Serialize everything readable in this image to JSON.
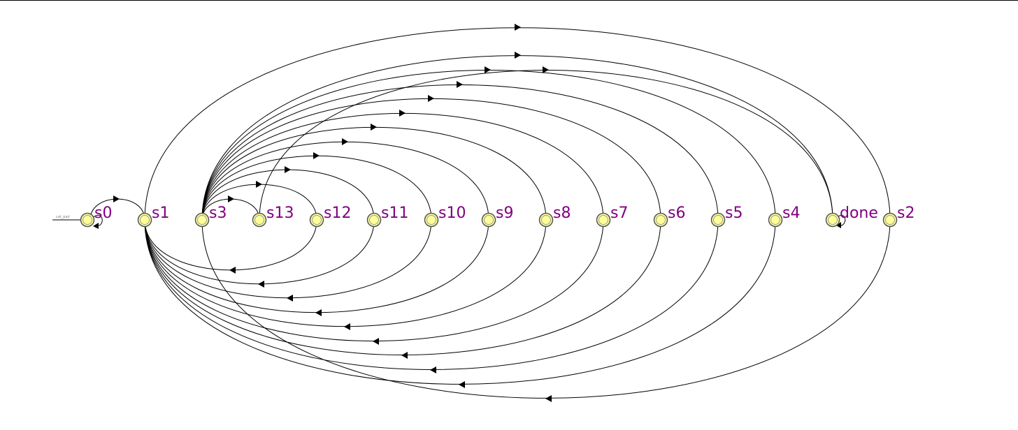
{
  "diagram": {
    "type": "state-machine",
    "initial_state": "s0",
    "start_label": "cat_pair",
    "states": [
      {
        "id": "s0",
        "label": "s0"
      },
      {
        "id": "s1",
        "label": "s1"
      },
      {
        "id": "s3",
        "label": "s3"
      },
      {
        "id": "s13",
        "label": "s13"
      },
      {
        "id": "s12",
        "label": "s12"
      },
      {
        "id": "s11",
        "label": "s11"
      },
      {
        "id": "s10",
        "label": "s10"
      },
      {
        "id": "s9",
        "label": "s9"
      },
      {
        "id": "s8",
        "label": "s8"
      },
      {
        "id": "s7",
        "label": "s7"
      },
      {
        "id": "s6",
        "label": "s6"
      },
      {
        "id": "s5",
        "label": "s5"
      },
      {
        "id": "s4",
        "label": "s4"
      },
      {
        "id": "done",
        "label": "done"
      },
      {
        "id": "s2",
        "label": "s2"
      }
    ],
    "transitions": [
      {
        "from": "s0",
        "to": "s0"
      },
      {
        "from": "s0",
        "to": "s1"
      },
      {
        "from": "s1",
        "to": "s2"
      },
      {
        "from": "s2",
        "to": "s3"
      },
      {
        "from": "s3",
        "to": "s4"
      },
      {
        "from": "s3",
        "to": "s5"
      },
      {
        "from": "s3",
        "to": "s6"
      },
      {
        "from": "s3",
        "to": "s7"
      },
      {
        "from": "s3",
        "to": "s8"
      },
      {
        "from": "s3",
        "to": "s9"
      },
      {
        "from": "s3",
        "to": "s10"
      },
      {
        "from": "s3",
        "to": "s11"
      },
      {
        "from": "s3",
        "to": "s12"
      },
      {
        "from": "s3",
        "to": "s13"
      },
      {
        "from": "s3",
        "to": "done"
      },
      {
        "from": "s13",
        "to": "done"
      },
      {
        "from": "s4",
        "to": "s1"
      },
      {
        "from": "s5",
        "to": "s1"
      },
      {
        "from": "s6",
        "to": "s1"
      },
      {
        "from": "s7",
        "to": "s1"
      },
      {
        "from": "s8",
        "to": "s1"
      },
      {
        "from": "s9",
        "to": "s1"
      },
      {
        "from": "s10",
        "to": "s1"
      },
      {
        "from": "s11",
        "to": "s1"
      },
      {
        "from": "s12",
        "to": "s1"
      },
      {
        "from": "done",
        "to": "done"
      }
    ],
    "colors": {
      "state_fill": "#ffff99",
      "label": "#800080",
      "edge": "#000000",
      "background": "#ffffff"
    }
  }
}
